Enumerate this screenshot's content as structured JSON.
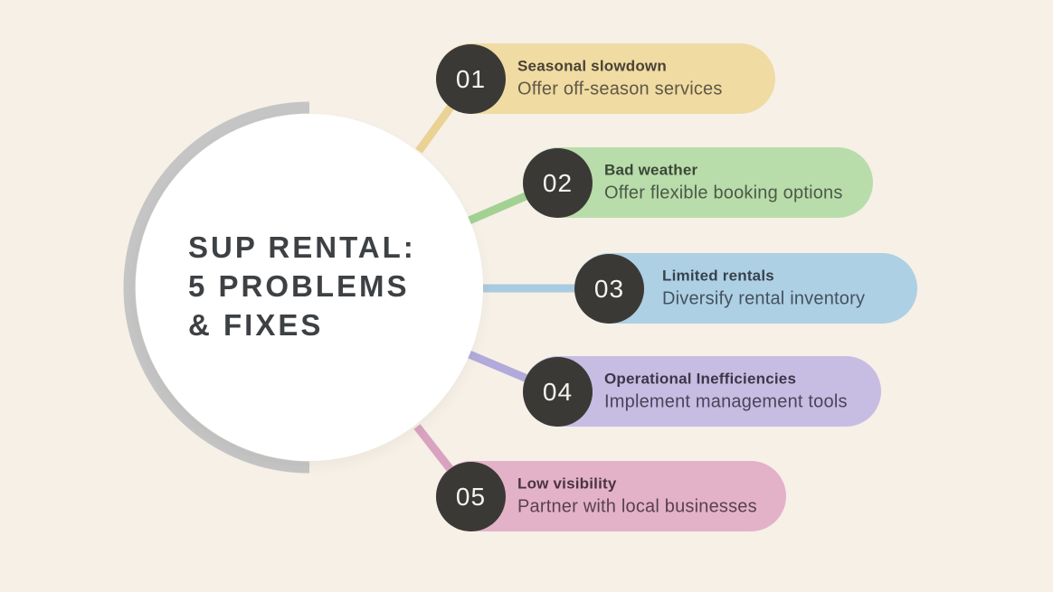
{
  "background_color": "#f6f0e7",
  "center": {
    "title": "SUP RENTAL:\n5 PROBLEMS\n& FIXES",
    "title_color": "#3e4144",
    "circle_color": "#ffffff",
    "arc_color": "#c5c5c5"
  },
  "badge": {
    "background": "#3b3936",
    "text_color": "#f6f4ee"
  },
  "items": [
    {
      "number": "01",
      "problem": "Seasonal slowdown",
      "fix": "Offer off-season services",
      "colors": {
        "pill": "#f0dba3",
        "line": "#e9d293",
        "problem_text": "#4a4334",
        "fix_text": "#5f5844"
      }
    },
    {
      "number": "02",
      "problem": "Bad weather",
      "fix": "Offer flexible booking options",
      "colors": {
        "pill": "#b9dcab",
        "line": "#a3d193",
        "problem_text": "#3b4737",
        "fix_text": "#4c5a47"
      }
    },
    {
      "number": "03",
      "problem": "Limited rentals",
      "fix": "Diversify rental inventory",
      "colors": {
        "pill": "#aed0e4",
        "line": "#a9cbe2",
        "problem_text": "#36424d",
        "fix_text": "#44525e"
      }
    },
    {
      "number": "04",
      "problem": "Operational Inefficiencies",
      "fix": "Implement management tools",
      "colors": {
        "pill": "#c7bde3",
        "line": "#b2aada",
        "problem_text": "#3b3648",
        "fix_text": "#4b4458"
      }
    },
    {
      "number": "05",
      "problem": "Low visibility",
      "fix": "Partner with local businesses",
      "colors": {
        "pill": "#e3b2c9",
        "line": "#d9a3bf",
        "problem_text": "#4a3440",
        "fix_text": "#59414e"
      }
    }
  ]
}
